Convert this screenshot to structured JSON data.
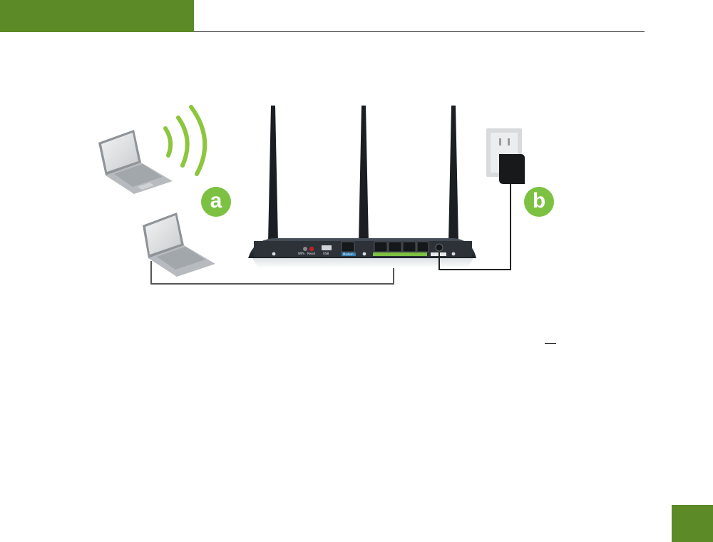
{
  "labels": {
    "badge_a": "a",
    "badge_b": "b",
    "port_wps": "WPS",
    "port_reset": "Reset",
    "port_usb": "USB",
    "port_modem": "Modem"
  },
  "colors": {
    "brand_green": "#5b8a26",
    "badge_green": "#7dc142",
    "wifi_waves": "#8cc63f",
    "lan_strip": "#7dc142",
    "modem_label_bg": "#2f7fb6",
    "cable": "#555555"
  },
  "icons": [
    "laptop-icon",
    "wifi-waves-icon",
    "router-icon",
    "antenna-icon",
    "wall-outlet-icon",
    "power-adapter-icon"
  ]
}
